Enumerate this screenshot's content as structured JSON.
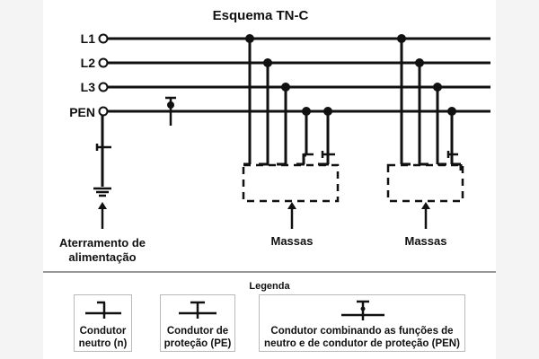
{
  "title": "Esquema TN-C",
  "lines": [
    "L1",
    "L2",
    "L3",
    "PEN"
  ],
  "labels": {
    "earthing_line1": "Aterramento de",
    "earthing_line2": "alimentação",
    "masses_left": "Massas",
    "masses_right": "Massas"
  },
  "legend": {
    "title": "Legenda",
    "items": [
      {
        "symbol": "neutral-conductor-icon",
        "line1": "Condutor",
        "line2": "neutro (n)"
      },
      {
        "symbol": "protective-conductor-icon",
        "line1": "Condutor de",
        "line2": "proteção (PE)"
      },
      {
        "symbol": "pen-conductor-icon",
        "line1": "Condutor combinando as funções de",
        "line2": "neutro e de condutor de proteção (PEN)"
      }
    ]
  },
  "colors": {
    "ink": "#111111",
    "border": "#b9b9b9",
    "background": "#ffffff",
    "outer": "#f4f4f4",
    "divider": "#777777"
  }
}
